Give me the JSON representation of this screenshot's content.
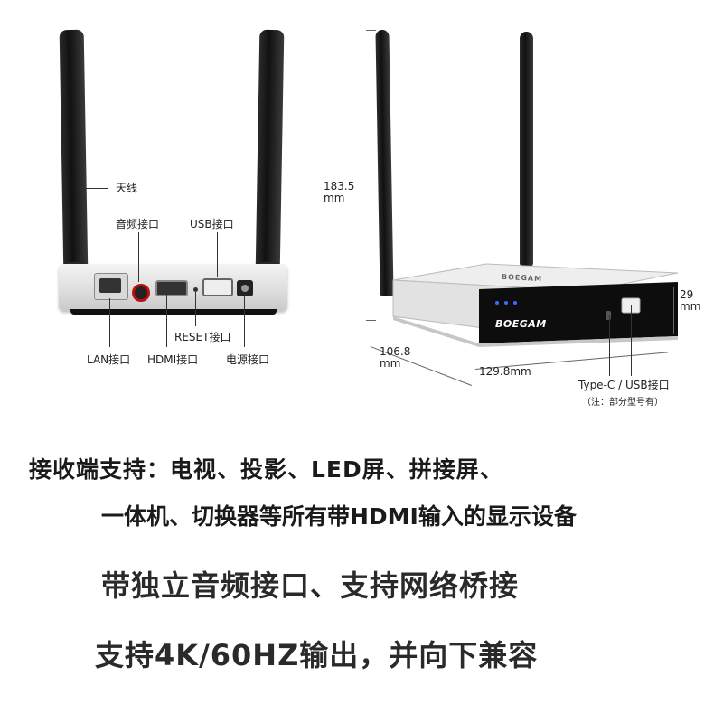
{
  "back_view": {
    "labels": {
      "antenna": "天线",
      "audio": "音频接口",
      "usb": "USB接口",
      "reset": "RESET接口",
      "lan": "LAN接口",
      "hdmi": "HDMI接口",
      "power": "电源接口"
    }
  },
  "front_view": {
    "brand": "BOEGAM",
    "height_value": "183.5",
    "height_unit": "mm",
    "depth_value": "106.8",
    "depth_unit": "mm",
    "width_label": "129.8mm",
    "thickness_value": "29",
    "thickness_unit": "mm",
    "port_label": "Type-C / USB接口",
    "port_note": "（注：部分型号有）"
  },
  "features": {
    "line1": "接收端支持：电视、投影、LED屏、拼接屏、",
    "line2": "一体机、切换器等所有带HDMI输入的显示设备",
    "line3": "带独立音频接口、支持网络桥接",
    "line4": "支持4K/60HZ输出，并向下兼容"
  },
  "colors": {
    "device_body": "#e6e6e6",
    "device_front": "#0d0d0d",
    "antenna": "#1a1a1a",
    "indicator_led": "#3a6cff"
  }
}
